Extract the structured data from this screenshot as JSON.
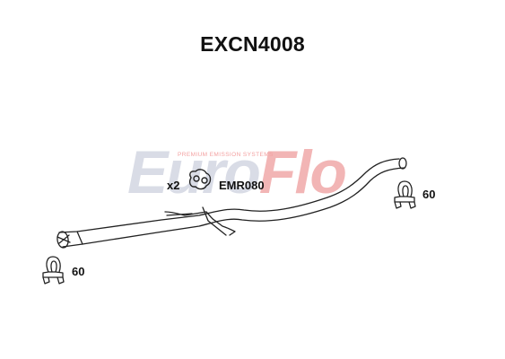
{
  "part_number": "EXCN4008",
  "watermark": {
    "brand_part1": "Euro",
    "brand_part2": "Flo",
    "tagline": "PREMIUM EMISSION SYSTEMS"
  },
  "mounting_rubber": {
    "quantity": "x2",
    "code": "EMR080"
  },
  "clamps": {
    "left_size": "60",
    "right_size": "60"
  },
  "colors": {
    "outline": "#222222",
    "watermark_grey": "#d9dce6",
    "watermark_red": "#f2b5b5"
  }
}
